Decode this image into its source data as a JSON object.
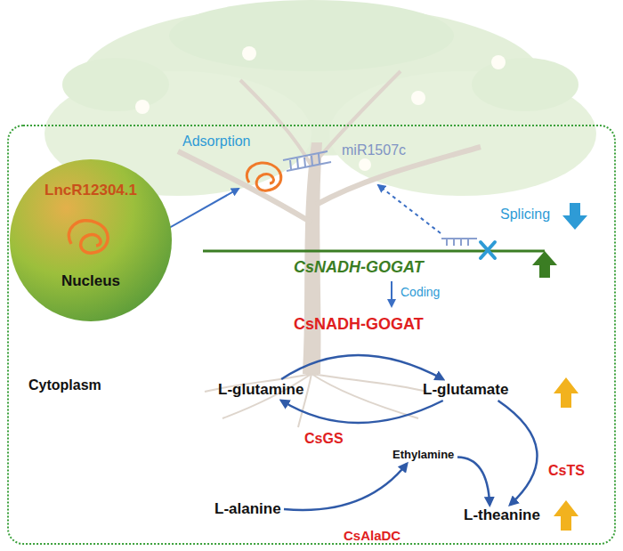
{
  "diagram": {
    "nodes": [
      {
        "text": [
          "Cytoplasm"
        ]
      },
      {
        "text": [
          "LncR12304.1",
          "Nucleus"
        ],
        "in": 0
      },
      {
        "text": [
          "L-glutamine"
        ],
        "in": 0
      },
      {
        "text": [
          "L-glutamate"
        ],
        "in": 0
      },
      {
        "text": [
          "Ethylamine"
        ],
        "in": 0
      },
      {
        "text": [
          "L-alanine"
        ],
        "in": 0
      },
      {
        "text": [
          "L-theanine"
        ],
        "in": 0
      }
    ],
    "edges": [
      {
        "from": 2,
        "to": 3,
        "arrow": "to"
      },
      {
        "from": 3,
        "to": 2,
        "arrow": "to"
      },
      {
        "from": 5,
        "to": 4,
        "arrow": "to"
      },
      {
        "from": 3,
        "to": 6,
        "arrow": "to"
      },
      {
        "from": 4,
        "to": 6,
        "arrow": "to"
      }
    ],
    "labels": [
      "Adsorption",
      "miR1507c",
      "Splicing",
      "CsNADH-GOGAT",
      "Coding",
      "CsNADH-GOGAT",
      "CsGS",
      "CsAlaDC",
      "CsTS"
    ]
  }
}
